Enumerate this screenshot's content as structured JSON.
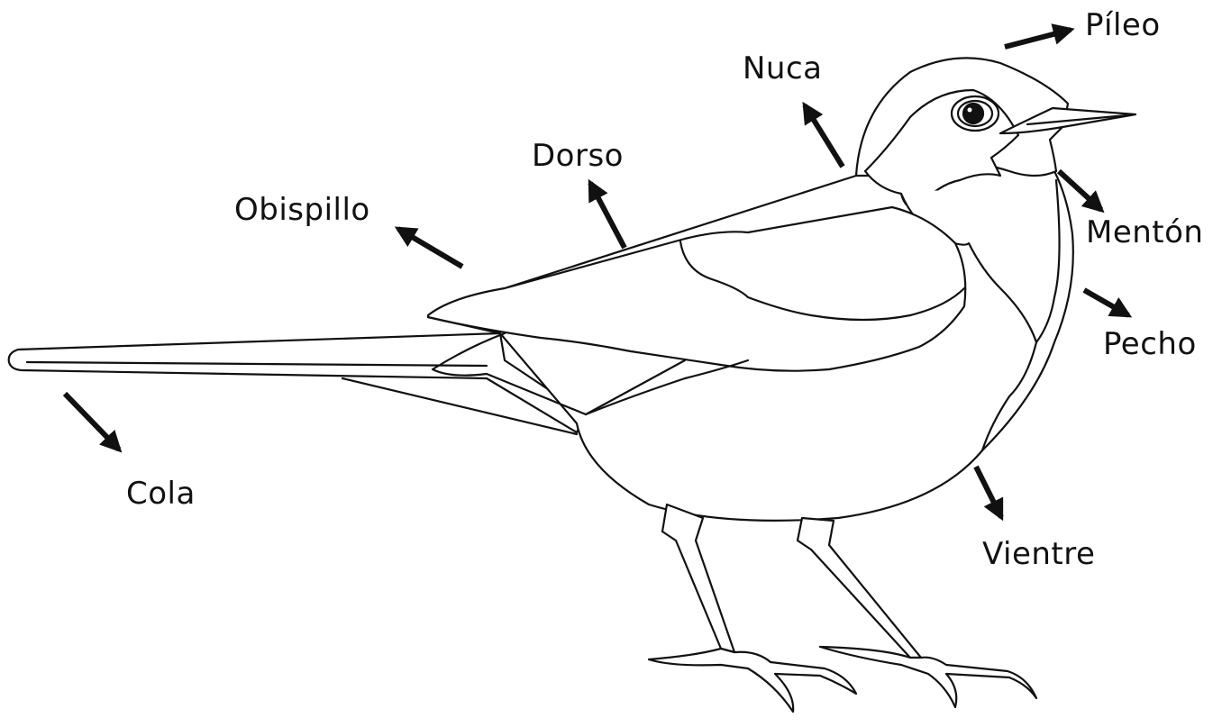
{
  "labels": {
    "pileo": "Píleo",
    "nuca": "Nuca",
    "dorso": "Dorso",
    "obispillo": "Obispillo",
    "menton": "Mentón",
    "pecho": "Pecho",
    "cola": "Cola",
    "vientre": "Vientre"
  },
  "colors": {
    "line": "#111111",
    "background": "#ffffff"
  }
}
